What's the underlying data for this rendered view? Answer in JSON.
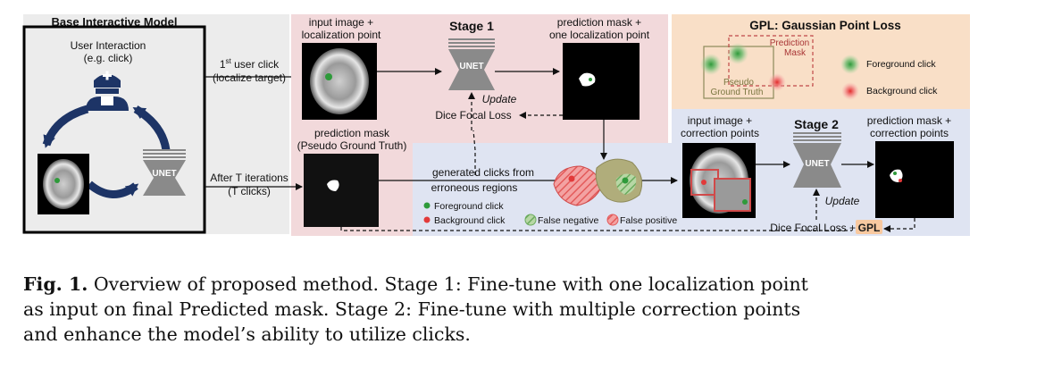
{
  "figure": {
    "base_model": {
      "title": "Base Interactive Model",
      "user_interaction": "User Interaction",
      "user_interaction_sub": "(e.g. click)",
      "unet_label": "UNET"
    },
    "arrows": {
      "first_click_sup": "st",
      "first_click_main": "1",
      "first_click_rest": " user click",
      "first_click_sub": "(localize target)",
      "after_iterations": "After T iterations",
      "after_iterations_sub": "(T clicks)"
    },
    "stage1": {
      "title": "Stage 1",
      "input_label_1": "input image +",
      "input_label_2": "localization point",
      "pred_label_1": "prediction mask +",
      "pred_label_2": "one localization point",
      "unet_label": "UNET",
      "update_label": "Update",
      "loss_label": "Dice Focal Loss",
      "pseudo_label_1": "prediction mask",
      "pseudo_label_2": "(Pseudo Ground Truth)"
    },
    "gpl": {
      "title": "GPL: Gaussian Point Loss",
      "prediction_mask": "Prediction",
      "prediction_mask_2": "Mask",
      "pseudo_gt": "Pseudo",
      "pseudo_gt_2": "Ground Truth",
      "foreground_click": "Foreground click",
      "background_click": "Background click"
    },
    "stage2": {
      "title": "Stage 2",
      "input_label_1": "input image +",
      "input_label_2": "correction points",
      "pred_label_1": "prediction mask +",
      "pred_label_2": "correction points",
      "unet_label": "UNET",
      "update_label": "Update",
      "loss_label": "Dice Focal Loss + ",
      "gpl_badge": "GPL"
    },
    "clicks": {
      "generated_1": "generated clicks from",
      "generated_2": "erroneous regions",
      "legend_fg": "Foreground click",
      "legend_bg": "Background click",
      "legend_fn": "False negative",
      "legend_fp": "False positive"
    },
    "colors": {
      "stage1_bg": "#f2d9db",
      "gpl_bg": "#f9dfc7",
      "stage2_bg": "#dfe4f2",
      "base_bg": "#ececec",
      "navy": "#1d3466",
      "unet_gray": "#8a8a8a",
      "fg_green": "#2e9a3a",
      "bg_red": "#e23a3a"
    }
  },
  "caption": {
    "fig_label": "Fig. 1.",
    "line1": " Overview of proposed method. Stage 1: Fine-tune with one localization point",
    "line2": "as input on final Predicted mask. Stage 2: Fine-tune with multiple correction points",
    "line3": "and enhance the model’s ability to utilize clicks."
  }
}
